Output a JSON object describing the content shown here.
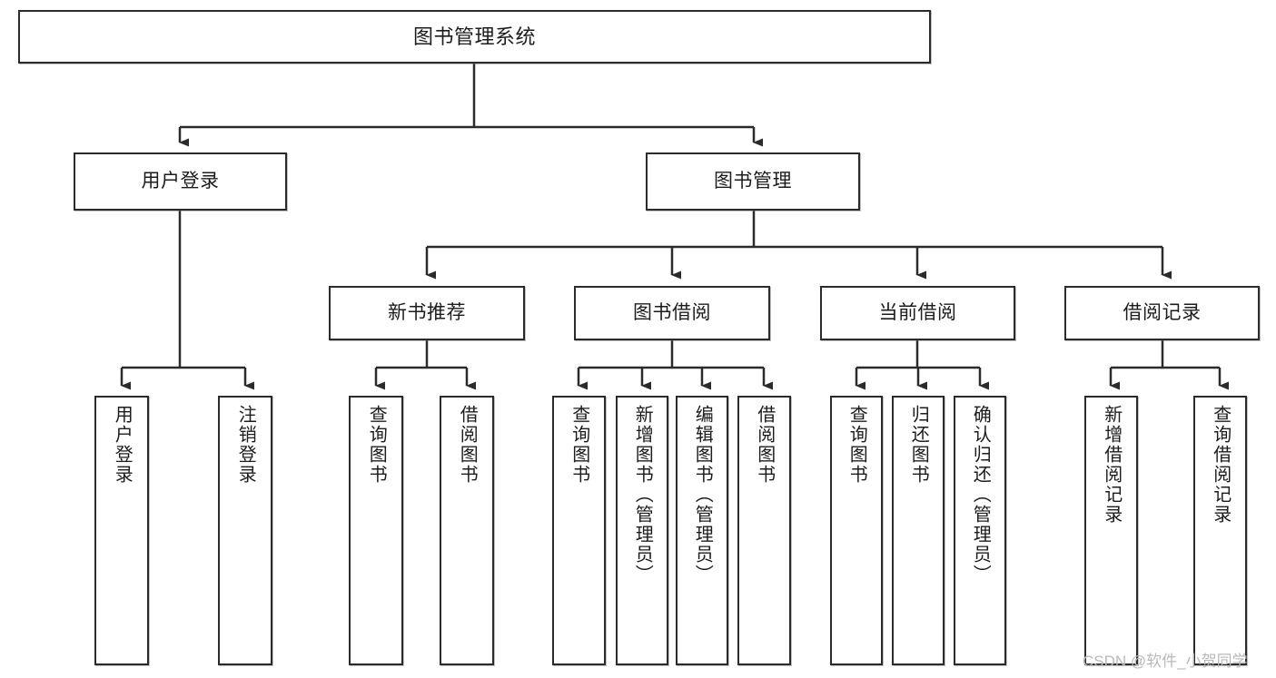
{
  "diagram": {
    "title": "图书管理系统",
    "root": {
      "label": "图书管理系统"
    },
    "level1": [
      {
        "label": "用户登录"
      },
      {
        "label": "图书管理"
      }
    ],
    "level2": [
      {
        "label": "新书推荐"
      },
      {
        "label": "图书借阅"
      },
      {
        "label": "当前借阅"
      },
      {
        "label": "借阅记录"
      }
    ],
    "leaves": {
      "user_login": [
        {
          "label": "用户登录"
        },
        {
          "label": "注销登录"
        }
      ],
      "new_book": [
        {
          "label": "查询图书"
        },
        {
          "label": "借阅图书"
        }
      ],
      "book_borrow": [
        {
          "label": "查询图书"
        },
        {
          "label": "新增图书（管理员）"
        },
        {
          "label": "编辑图书（管理员）"
        },
        {
          "label": "借阅图书"
        }
      ],
      "current_borrow": [
        {
          "label": "查询图书"
        },
        {
          "label": "归还图书"
        },
        {
          "label": "确认归还（管理员）"
        }
      ],
      "borrow_record": [
        {
          "label": "新增借阅记录"
        },
        {
          "label": "查询借阅记录"
        }
      ]
    }
  },
  "watermark": {
    "text": "CSDN @软件_小贺同学"
  },
  "colors": {
    "stroke": "#2b2b2b",
    "background": "#ffffff",
    "watermark": "#b9b9b9"
  }
}
